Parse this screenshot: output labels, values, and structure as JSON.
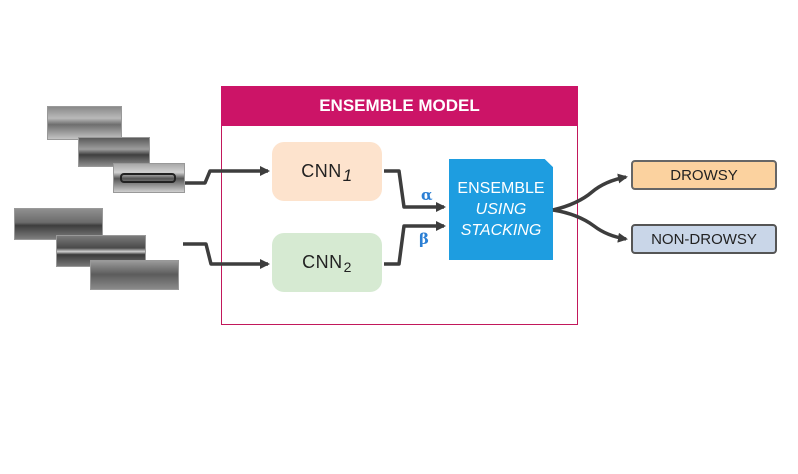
{
  "ensemble": {
    "title": "ENSEMBLE MODEL",
    "cnn1_base": "CNN",
    "cnn1_sub": "1",
    "cnn2_base": "CNN",
    "cnn2_sub": "2",
    "stacking_line1": "ENSEMBLE",
    "stacking_line2": "USING",
    "stacking_line3": "STACKING",
    "weight_alpha": "α",
    "weight_beta": "β"
  },
  "outputs": {
    "drowsy": "DROWSY",
    "non_drowsy": "NON-DROWSY"
  },
  "colors": {
    "header": "#cc1467",
    "stacking": "#1e9de0",
    "cnn1": "#fde3cd",
    "cnn2": "#d6ead2",
    "drowsy": "#fbd29f",
    "non_drowsy": "#c9d6e8",
    "greek": "#2b7fd4"
  }
}
